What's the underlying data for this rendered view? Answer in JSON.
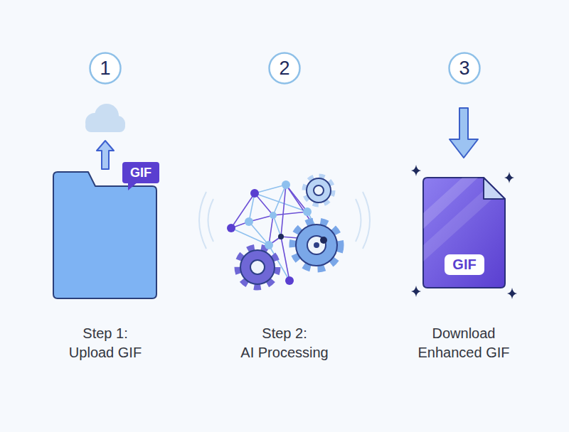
{
  "diagram": {
    "nodes": [
      {
        "text": [
          "1"
        ]
      },
      {
        "text": [
          "2"
        ]
      },
      {
        "text": [
          "3"
        ]
      },
      {
        "text": [
          "GIF"
        ]
      },
      {
        "text": [
          "GIF"
        ]
      }
    ],
    "labels": [
      "Step 1:",
      "Upload GIF",
      "Step 2:",
      "AI Processing",
      "Download",
      "Enhanced GIF"
    ]
  }
}
